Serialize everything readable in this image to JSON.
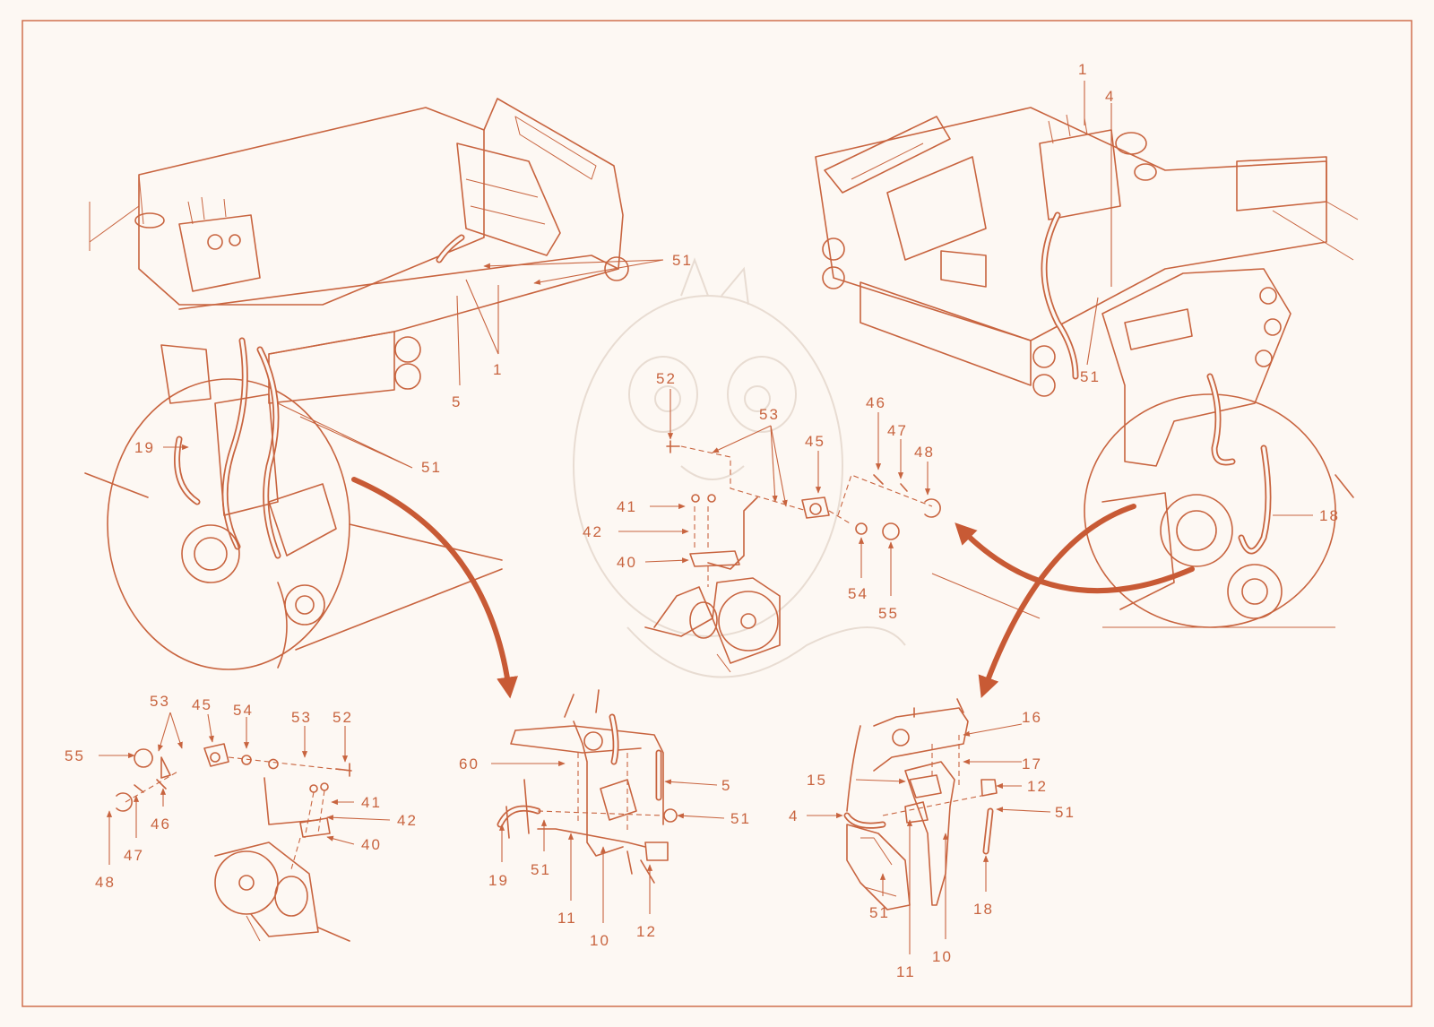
{
  "colors": {
    "line": "#c8643f",
    "arrow": "#c85a35",
    "background": "#fdf8f3"
  },
  "callouts": {
    "tl": {
      "p51a": "51",
      "p5": "5",
      "p1": "1",
      "p19": "19",
      "p51b": "51"
    },
    "tr": {
      "p1": "1",
      "p4": "4",
      "p51": "51",
      "p18": "18"
    },
    "center": {
      "p52": "52",
      "p53": "53",
      "p45": "45",
      "p46": "46",
      "p47": "47",
      "p48": "48",
      "p41": "41",
      "p42": "42",
      "p40": "40",
      "p54": "54",
      "p55": "55"
    },
    "bl": {
      "p53a": "53",
      "p45": "45",
      "p54": "54",
      "p53b": "53",
      "p52": "52",
      "p55": "55",
      "p41": "41",
      "p42": "42",
      "p40": "40",
      "p46": "46",
      "p47": "47",
      "p48": "48"
    },
    "bm": {
      "p60": "60",
      "p5": "5",
      "p51a": "51",
      "p19": "19",
      "p51b": "51",
      "p11": "11",
      "p10": "10",
      "p12": "12"
    },
    "br": {
      "p16": "16",
      "p17": "17",
      "p15": "15",
      "p12": "12",
      "p4": "4",
      "p51a": "51",
      "p18": "18",
      "p51b": "51",
      "p11": "11",
      "p10": "10"
    }
  }
}
